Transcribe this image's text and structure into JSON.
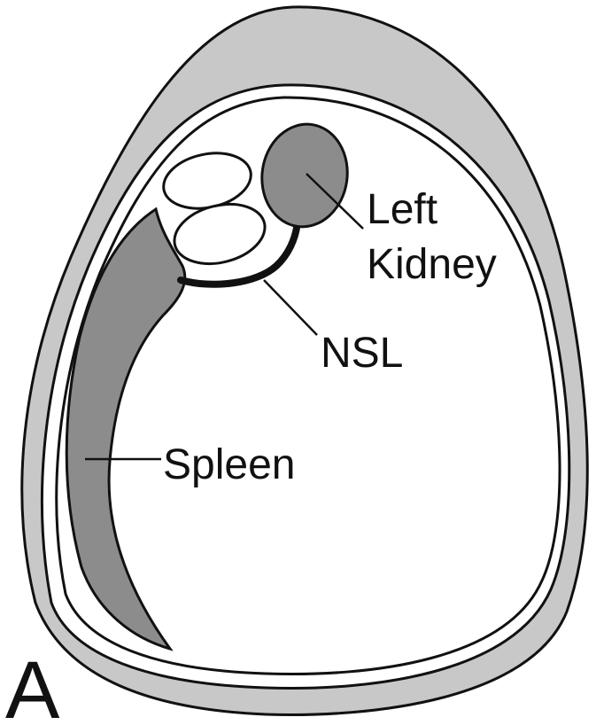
{
  "labels": {
    "left_kidney_line1": "Left",
    "left_kidney_line2": "Kidney",
    "nsl": "NSL",
    "spleen": "Spleen",
    "panel": "A"
  },
  "colors": {
    "outer_wall": "#c8c8c8",
    "organ_fill": "#8c8c8c",
    "cavity": "#ffffff",
    "outline": "#111111"
  }
}
